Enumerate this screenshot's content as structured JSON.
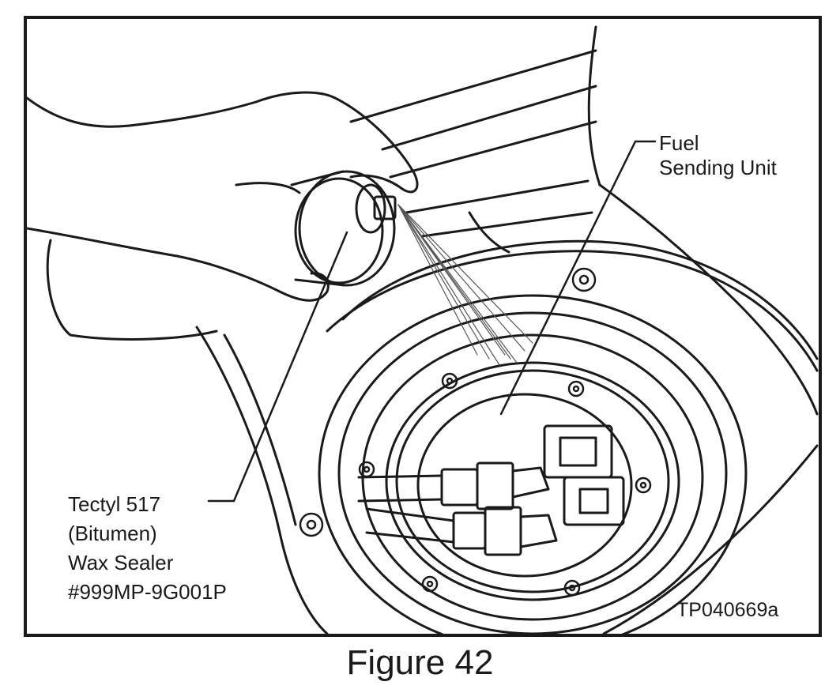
{
  "figure": {
    "caption": "Figure 42",
    "code": "TP040669a"
  },
  "callouts": {
    "fuel_sending_unit": {
      "line1": "Fuel",
      "line2": "Sending Unit"
    },
    "wax_sealer": {
      "line1": "Tectyl 517",
      "line2": "(Bitumen)",
      "line3": "Wax Sealer",
      "line4": "#999MP-9G001P"
    }
  },
  "colors": {
    "ink": "#1a1a1a",
    "paper": "#ffffff"
  }
}
